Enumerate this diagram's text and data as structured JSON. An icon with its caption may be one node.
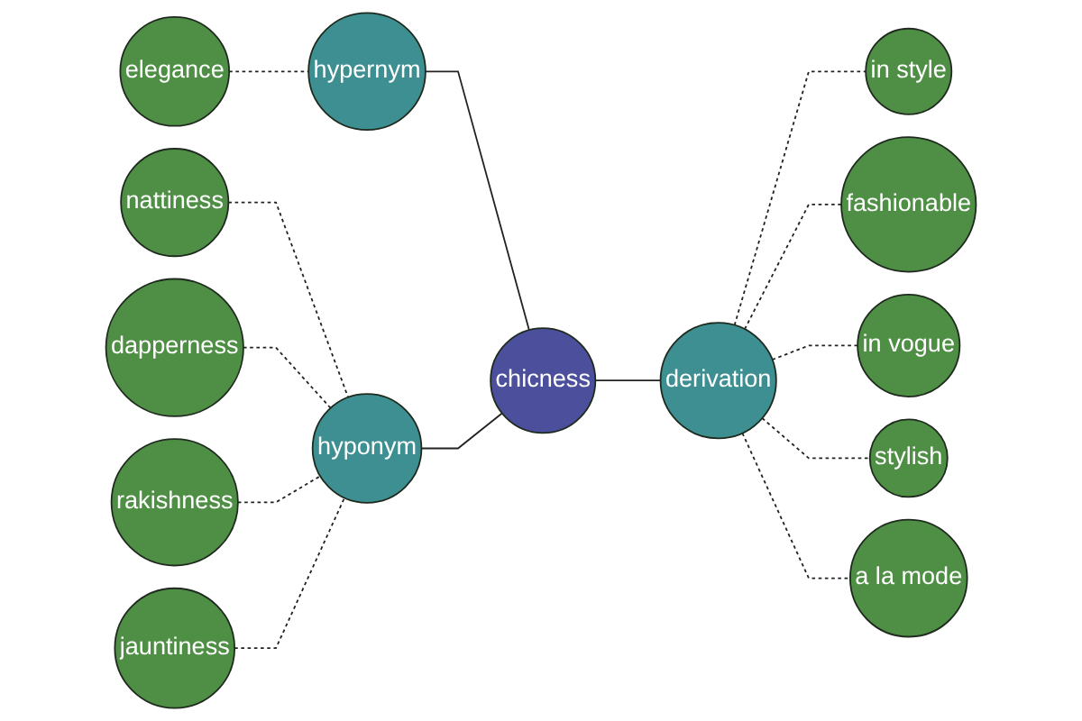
{
  "diagram": {
    "nodes": [
      {
        "text": [
          "elegance"
        ]
      },
      {
        "text": [
          "hypernym"
        ]
      },
      {
        "text": [
          "nattiness"
        ]
      },
      {
        "text": [
          "dapperness"
        ]
      },
      {
        "text": [
          "hyponym"
        ]
      },
      {
        "text": [
          "chicness"
        ]
      },
      {
        "text": [
          "rakishness"
        ]
      },
      {
        "text": [
          "in style"
        ]
      },
      {
        "text": [
          "jauntiness"
        ]
      },
      {
        "text": [
          "derivation"
        ]
      },
      {
        "text": [
          "fashionable"
        ]
      },
      {
        "text": [
          "in vogue"
        ]
      },
      {
        "text": [
          "a la mode"
        ]
      },
      {
        "text": [
          "stylish"
        ]
      }
    ],
    "edges": [
      {
        "from": 0,
        "to": 1,
        "arrow": "none",
        "style": "dashed"
      },
      {
        "from": 1,
        "to": 5,
        "arrow": "none"
      },
      {
        "from": 2,
        "to": 4,
        "arrow": "none",
        "style": "dashed"
      },
      {
        "from": 3,
        "to": 4,
        "arrow": "none",
        "style": "dashed"
      },
      {
        "from": 6,
        "to": 4,
        "arrow": "none",
        "style": "dashed"
      },
      {
        "from": 8,
        "to": 4,
        "arrow": "none",
        "style": "dashed"
      },
      {
        "from": 4,
        "to": 5,
        "arrow": "none"
      },
      {
        "from": 5,
        "to": 9,
        "arrow": "none"
      },
      {
        "from": 9,
        "to": 7,
        "arrow": "none",
        "style": "dashed"
      },
      {
        "from": 9,
        "to": 10,
        "arrow": "none",
        "style": "dashed"
      },
      {
        "from": 9,
        "to": 11,
        "arrow": "none",
        "style": "dashed"
      },
      {
        "from": 9,
        "to": 13,
        "arrow": "none",
        "style": "dashed"
      },
      {
        "from": 9,
        "to": 12,
        "arrow": "none",
        "style": "dashed"
      }
    ]
  }
}
